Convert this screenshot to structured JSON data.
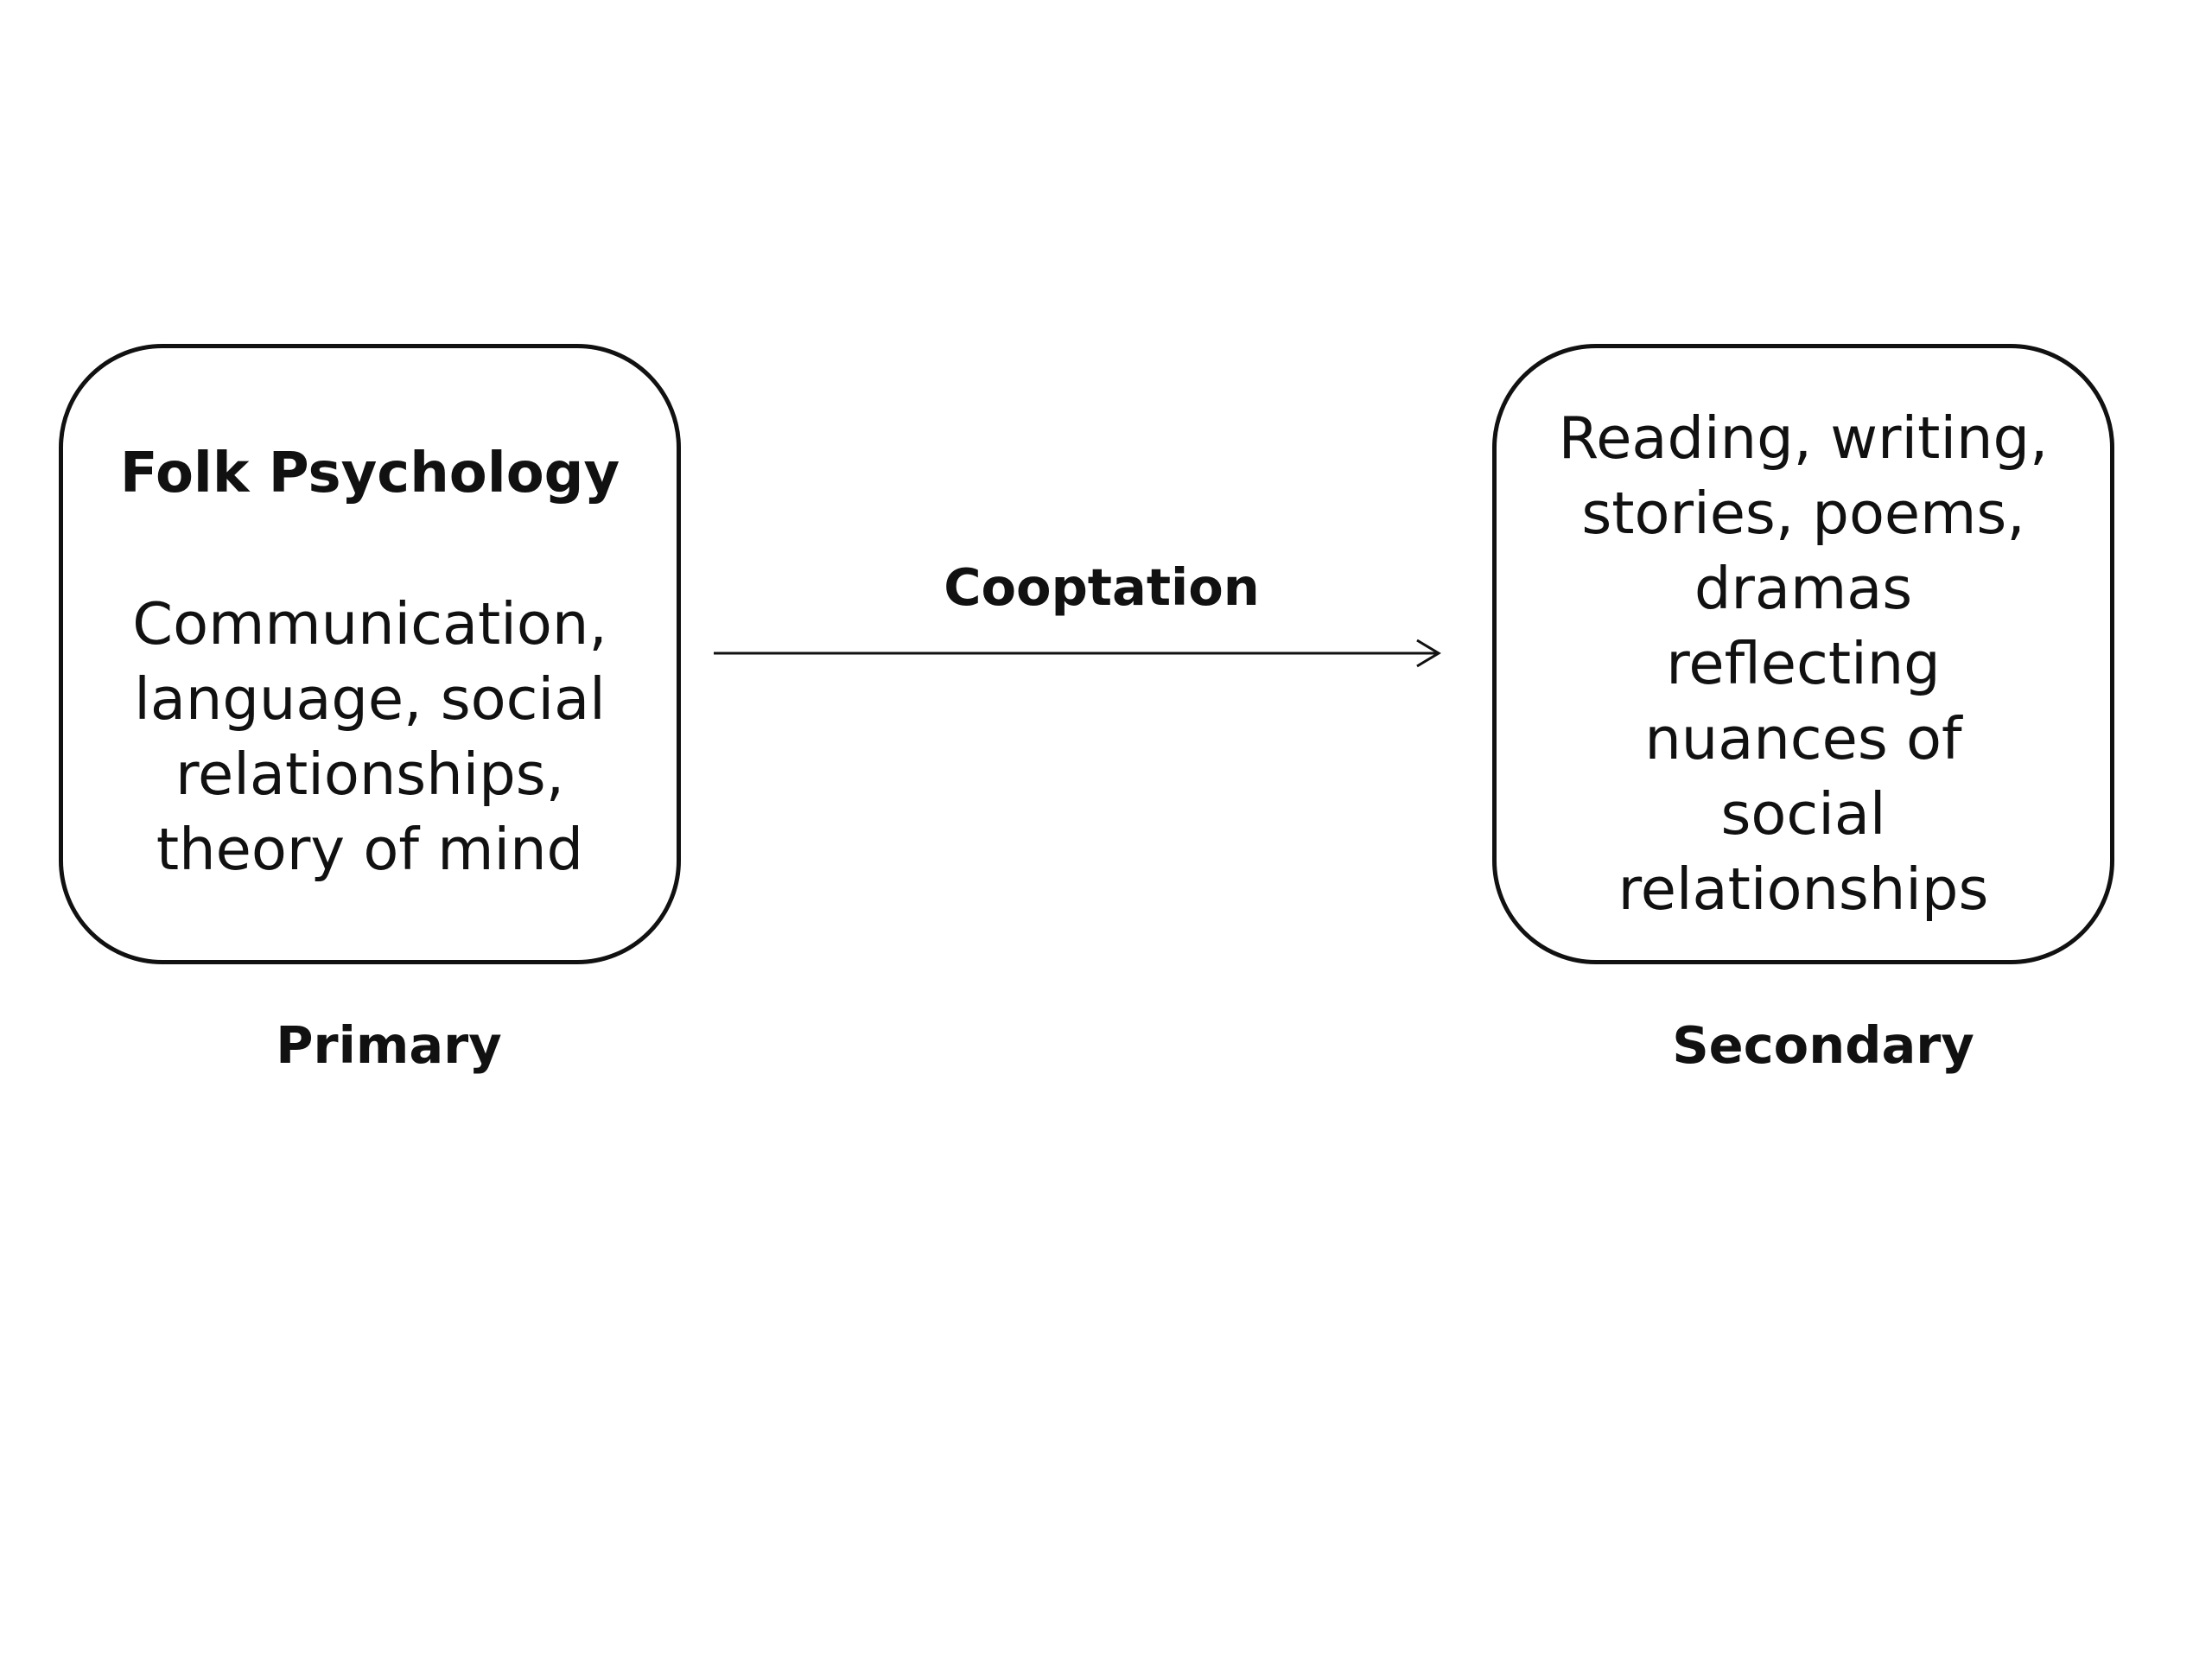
{
  "diagram": {
    "primary_box": {
      "title": "Folk Psychology",
      "body_lines": [
        "Communication,",
        "language, social",
        "relationships,",
        "theory of mind"
      ],
      "caption": "Primary"
    },
    "secondary_box": {
      "body_lines": [
        "Reading, writing,",
        "stories, poems,",
        "dramas",
        "reflecting",
        "nuances of",
        "social",
        "relationships"
      ],
      "caption": "Secondary"
    },
    "arrow": {
      "label": "Cooptation",
      "direction": "left-to-right"
    },
    "colors": {
      "stroke": "#111111",
      "background": "#ffffff"
    }
  }
}
